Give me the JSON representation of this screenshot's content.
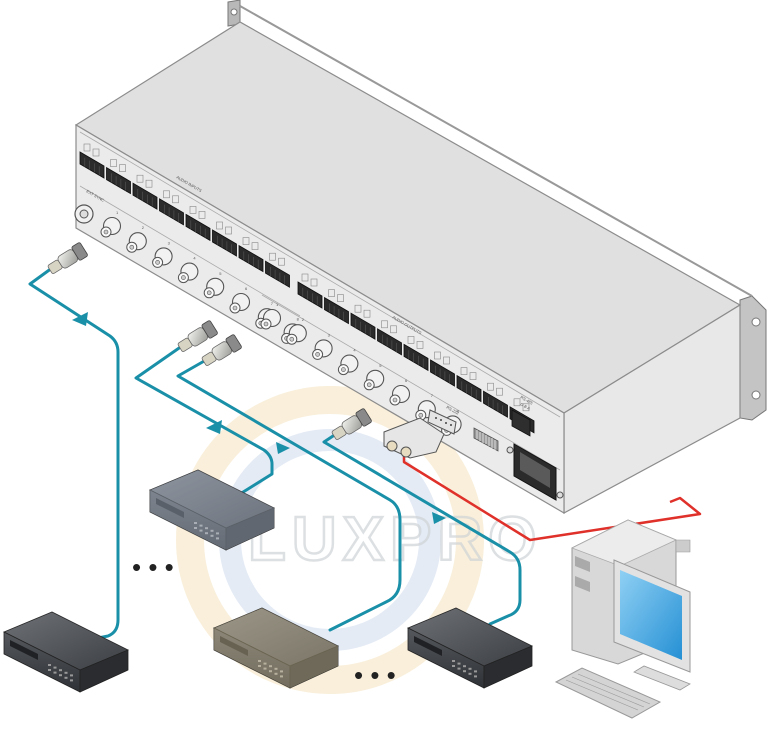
{
  "diagram": {
    "title": "Video/Audio matrix rack unit connection diagram",
    "watermark": "LUXPRO",
    "panel_labels": {
      "ext_sync": "EXT SYNC",
      "audio_inputs": "AUDIO INPUTS",
      "audio_outputs": "AUDIO OUTPUTS",
      "rs232": "RS-232",
      "rs485": "RS-485",
      "rs485_pins": "G B A"
    },
    "input_numbers": [
      "1",
      "2",
      "3",
      "4",
      "5",
      "6",
      "7",
      "8"
    ],
    "output_numbers": [
      "1",
      "2",
      "3",
      "4",
      "5",
      "6",
      "7",
      "8"
    ],
    "devices": [
      {
        "id": "source-1",
        "type": "video-source-device"
      },
      {
        "id": "source-2",
        "type": "video-source-device"
      },
      {
        "id": "source-3",
        "type": "video-source-device"
      },
      {
        "id": "destination-1",
        "type": "video-destination-device"
      },
      {
        "id": "pc",
        "type": "computer-workstation"
      }
    ],
    "ellipsis": "• • •",
    "colors": {
      "video_cable": "#1a8fa8",
      "control_cable": "#e0302a",
      "chassis": "#e0e0e0",
      "chassis_edge": "#8c8c8c",
      "device_body": "#4a4d52",
      "screen": "#3aa8e0",
      "watermark_blue": "#c8d8ec",
      "watermark_gold": "#f8ecd4"
    }
  }
}
